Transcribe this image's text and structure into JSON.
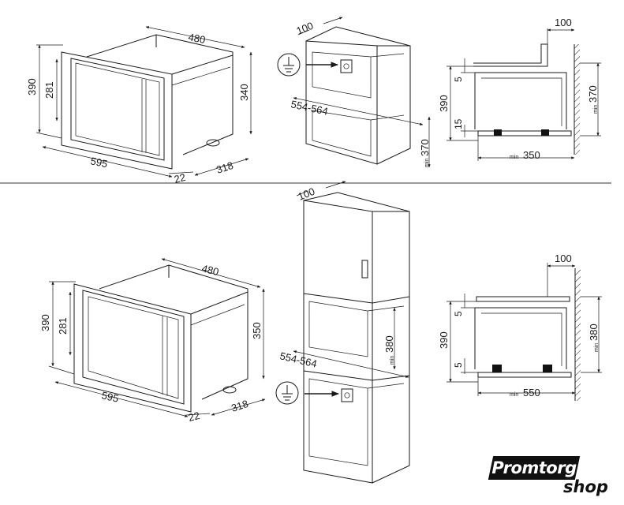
{
  "top": {
    "front": {
      "width": "595",
      "depth": "480",
      "height": "390",
      "inner_height": "281",
      "body_height": "340",
      "body_depth": "318",
      "frame": "22"
    },
    "cabinet": {
      "back_gap": "100",
      "niche_width": "554-564",
      "niche_height": "370",
      "niche_min": "min"
    },
    "section": {
      "top_gap": "100",
      "height": "390",
      "gap_top": "5",
      "gap_bottom": "15",
      "niche_height": "370",
      "niche_min": "min",
      "depth": "350",
      "depth_min": "min"
    }
  },
  "bottom": {
    "front": {
      "width": "595",
      "depth": "480",
      "height": "390",
      "inner_height": "281",
      "body_height": "350",
      "body_depth": "318",
      "frame": "22"
    },
    "cabinet": {
      "back_gap": "100",
      "niche_width": "554-564",
      "niche_height": "380",
      "niche_min": "min"
    },
    "section": {
      "top_gap": "100",
      "height": "390",
      "gap_top": "5",
      "gap_bottom": "5",
      "niche_height": "380",
      "niche_min": "min",
      "depth": "550",
      "depth_min": "min"
    }
  },
  "logo": {
    "main": "Promtorg",
    "sub": "shop"
  },
  "icons": {
    "ground": "ground-symbol-icon"
  }
}
